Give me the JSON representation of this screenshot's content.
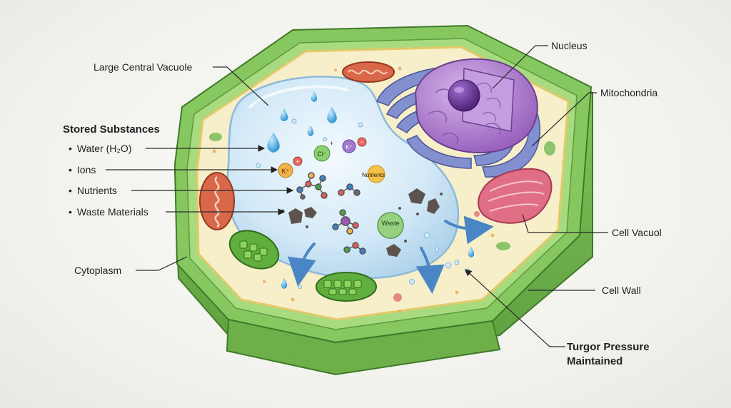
{
  "labels": {
    "large_central_vacuole": "Large Central Vacuole",
    "nucleus": "Nucleus",
    "mitochondria": "Mitochondria",
    "cell_vacuol": "Cell Vacuol",
    "cell_wall": "Cell Wall",
    "cytoplasm": "Cytoplasm",
    "turgor_line1": "Turgor Pressure",
    "turgor_line2": "Maintained"
  },
  "stored_substances": {
    "heading": "Stored Substances",
    "items": [
      "Water (H₂O)",
      "Ions",
      "Nutrients",
      "Waste Materials"
    ]
  },
  "in_diagram_text": {
    "k_ion": "K⁺",
    "cl_ion": "Cl⁻",
    "k_ion_2": "K⁺",
    "nutrients": "Nutrients",
    "waste": "Waste"
  },
  "colors": {
    "cell_wall": "#7cbd55",
    "cell_wall_dark": "#4e8f35",
    "cytoplasm": "#f7efc9",
    "vacuole": "#cfe6f5",
    "nucleus": "#a978c8",
    "golgi": "#7c86c8",
    "mitochondria": "#d9684a",
    "chloroplast": "#5fae3e"
  }
}
